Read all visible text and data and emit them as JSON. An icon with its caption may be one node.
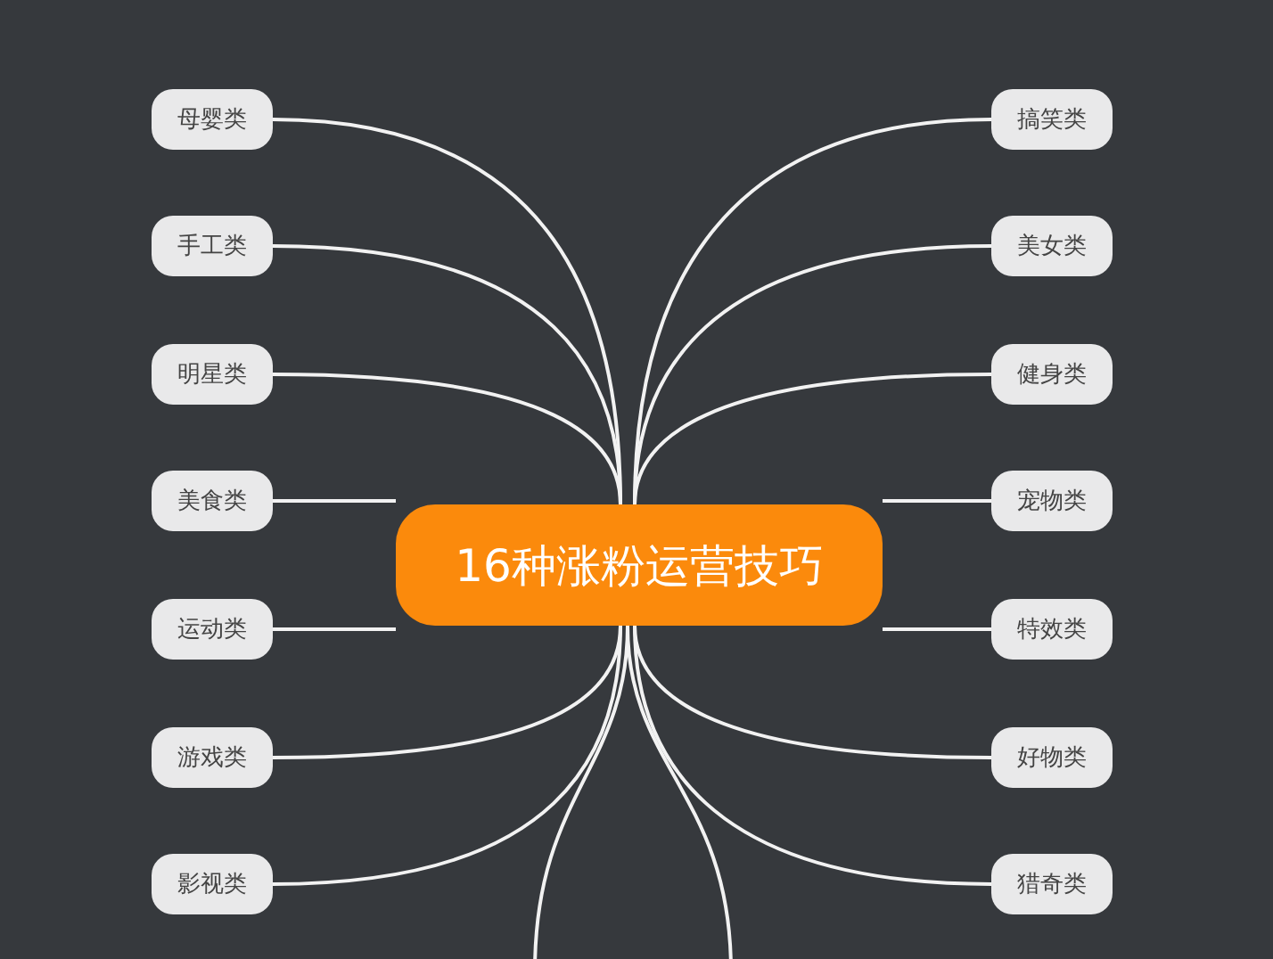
{
  "diagram": {
    "nodes": [
      {
        "text": [
          "16种涨粉运营技巧"
        ]
      },
      {
        "text": [
          "母婴类"
        ]
      },
      {
        "text": [
          "手工类"
        ]
      },
      {
        "text": [
          "明星类"
        ]
      },
      {
        "text": [
          "美食类"
        ]
      },
      {
        "text": [
          "运动类"
        ]
      },
      {
        "text": [
          "游戏类"
        ]
      },
      {
        "text": [
          "影视类"
        ]
      },
      {
        "text": [
          "搞笑类"
        ]
      },
      {
        "text": [
          "美女类"
        ]
      },
      {
        "text": [
          "健身类"
        ]
      },
      {
        "text": [
          "宠物类"
        ]
      },
      {
        "text": [
          "特效类"
        ]
      },
      {
        "text": [
          "好物类"
        ]
      },
      {
        "text": [
          "猎奇类"
        ]
      }
    ],
    "edges": [
      {
        "from": 0,
        "to": 1,
        "arrow": "none"
      },
      {
        "from": 0,
        "to": 2,
        "arrow": "none"
      },
      {
        "from": 0,
        "to": 3,
        "arrow": "none"
      },
      {
        "from": 0,
        "to": 4,
        "arrow": "none"
      },
      {
        "from": 0,
        "to": 5,
        "arrow": "none"
      },
      {
        "from": 0,
        "to": 6,
        "arrow": "none"
      },
      {
        "from": 0,
        "to": 7,
        "arrow": "none"
      },
      {
        "from": 0,
        "to": 8,
        "arrow": "none"
      },
      {
        "from": 0,
        "to": 9,
        "arrow": "none"
      },
      {
        "from": 0,
        "to": 10,
        "arrow": "none"
      },
      {
        "from": 0,
        "to": 11,
        "arrow": "none"
      },
      {
        "from": 0,
        "to": 12,
        "arrow": "none"
      },
      {
        "from": 0,
        "to": 13,
        "arrow": "none"
      },
      {
        "from": 0,
        "to": 14,
        "arrow": "none"
      },
      {
        "from": 0,
        "to": null,
        "arrow": "none"
      },
      {
        "from": 0,
        "to": null,
        "arrow": "none"
      }
    ]
  }
}
